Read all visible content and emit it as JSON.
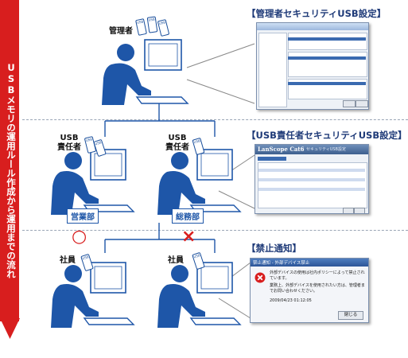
{
  "flow_label": "USBメモリの運用ルール作成から運用までの流れ",
  "roles": {
    "admin": "管理者",
    "usb_manager_sales": [
      "USB",
      "責任者"
    ],
    "usb_manager_general": [
      "USB",
      "責任者"
    ],
    "employee_ok": "社員",
    "employee_ng": "社員"
  },
  "departments": {
    "sales": "営業部",
    "general": "総務部"
  },
  "usb_label": "USB",
  "marks": {
    "ok": "○",
    "ng": "×"
  },
  "sections": {
    "admin_title": "【管理者セキュリティUSB設定】",
    "manager_title": "【USB責任者セキュリティUSB設定】",
    "notice_title": "【禁止通知】"
  },
  "manager_window": {
    "logo": "LanScope Cat6",
    "title": "セキュリティUSB設定"
  },
  "notice_window": {
    "title": "禁止通知 - 外部デバイス禁止",
    "message_1": "外部デバイスの使用は社内ポリシーによって禁止されています。",
    "message_2": "業務上、外部デバイスを使用されたい方は、管理者までお問い合わせください。",
    "timestamp": "2009/04/23 01:12:05",
    "close_button": "閉じる"
  },
  "colors": {
    "arrow": "#d81e1e",
    "person": "#1e56a8",
    "ok_mark": "#d81e1e",
    "ng_mark": "#d81e1e"
  }
}
